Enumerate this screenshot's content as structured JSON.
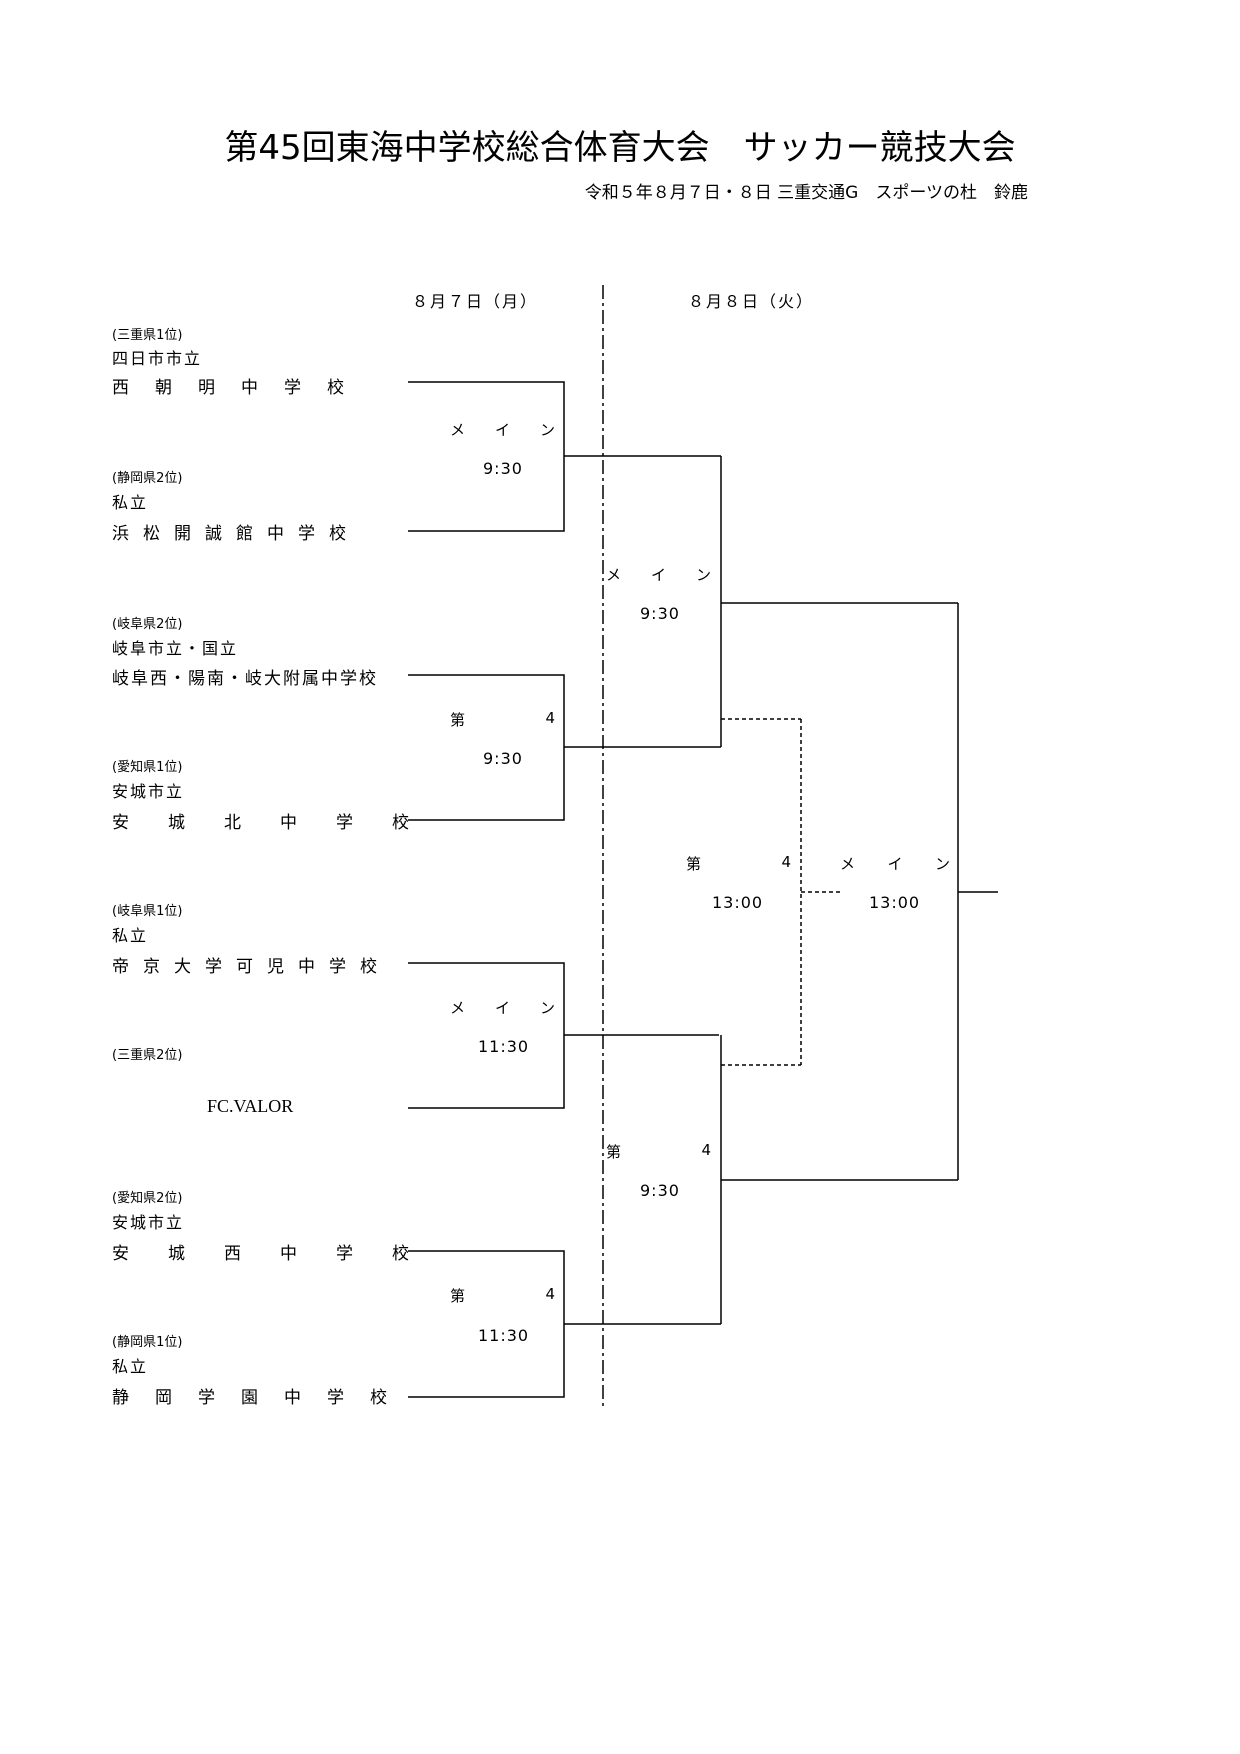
{
  "title": "第45回東海中学校総合体育大会　サッカー競技大会",
  "subtitle": "令和５年８月７日・８日 三重交通G　スポーツの杜　鈴鹿",
  "days": {
    "day1": "８月７日（月）",
    "day2": "８月８日（火）"
  },
  "teams": [
    {
      "seed": "(三重県1位)",
      "category": "四日市市立",
      "name": "西朝明中学校"
    },
    {
      "seed": "(静岡県2位)",
      "category": "私立",
      "name": "浜松開誠館中学校"
    },
    {
      "seed": "(岐阜県2位)",
      "category": "岐阜市立・国立",
      "name": "岐阜西・陽南・岐大附属中学校"
    },
    {
      "seed": "(愛知県1位)",
      "category": "安城市立",
      "name": "安城北中学校"
    },
    {
      "seed": "(岐阜県1位)",
      "category": "私立",
      "name": "帝京大学可児中学校"
    },
    {
      "seed": "(三重県2位)",
      "category": "",
      "name": "FC.VALOR"
    },
    {
      "seed": "(愛知県2位)",
      "category": "安城市立",
      "name": "安城西中学校"
    },
    {
      "seed": "(静岡県1位)",
      "category": "私立",
      "name": "静岡学園中学校"
    }
  ],
  "matches": [
    {
      "round": 1,
      "venue": [
        "メ",
        "イ",
        "ン"
      ],
      "time": "9:30"
    },
    {
      "round": 1,
      "venue": [
        "第",
        "4"
      ],
      "time": "9:30"
    },
    {
      "round": 1,
      "venue": [
        "メ",
        "イ",
        "ン"
      ],
      "time": "11:30"
    },
    {
      "round": 1,
      "venue": [
        "第",
        "4"
      ],
      "time": "11:30"
    },
    {
      "round": 2,
      "venue": [
        "メ",
        "イ",
        "ン"
      ],
      "time": "9:30"
    },
    {
      "round": 2,
      "venue": [
        "第",
        "4"
      ],
      "time": "9:30"
    },
    {
      "round": 3,
      "venue": [
        "第",
        "4"
      ],
      "time": "13:00"
    },
    {
      "round": 3,
      "venue": [
        "メ",
        "イ",
        "ン"
      ],
      "time": "13:00"
    }
  ]
}
